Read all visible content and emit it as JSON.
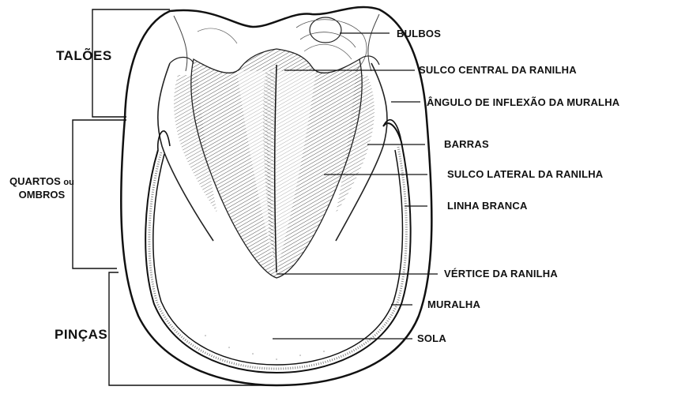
{
  "labels": {
    "taloes": "TALÕES",
    "quartos": "QUARTOS",
    "ou": "ou",
    "ombros": "OMBROS",
    "pincas": "PINÇAS",
    "bulbos": "BULBOS",
    "sulco_central": "SULCO CENTRAL DA RANILHA",
    "angulo": "ÂNGULO DE INFLEXÃO DA MURALHA",
    "barras": "BARRAS",
    "sulco_lateral": "SULCO LATERAL DA RANILHA",
    "linha_branca": "LINHA BRANCA",
    "vertice": "VÉRTICE DA RANILHA",
    "muralha": "MURALHA",
    "sola": "SOLA"
  },
  "colors": {
    "ink": "#111111",
    "paper": "#ffffff",
    "shade": "#cfcfcf"
  }
}
